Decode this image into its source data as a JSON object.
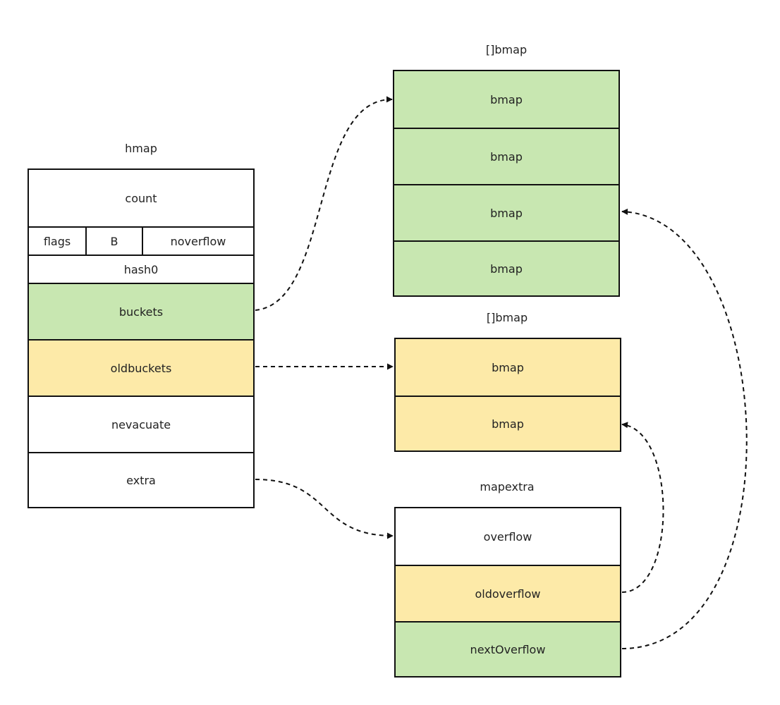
{
  "colors": {
    "green": "#c8e7b1",
    "yellow": "#fdeaa8",
    "white": "#ffffff",
    "border": "#111111"
  },
  "hmap": {
    "title": "hmap",
    "count": "count",
    "flags": "flags",
    "b": "B",
    "noverflow": "noverflow",
    "hash0": "hash0",
    "buckets": "buckets",
    "oldbuckets": "oldbuckets",
    "nevacuate": "nevacuate",
    "extra": "extra"
  },
  "buckets_array": {
    "title": "[]bmap",
    "items": [
      "bmap",
      "bmap",
      "bmap",
      "bmap"
    ]
  },
  "oldbuckets_array": {
    "title": "[]bmap",
    "items": [
      "bmap",
      "bmap"
    ]
  },
  "mapextra": {
    "title": "mapextra",
    "overflow": "overflow",
    "oldoverflow": "oldoverflow",
    "nextoverflow": "nextOverflow"
  }
}
